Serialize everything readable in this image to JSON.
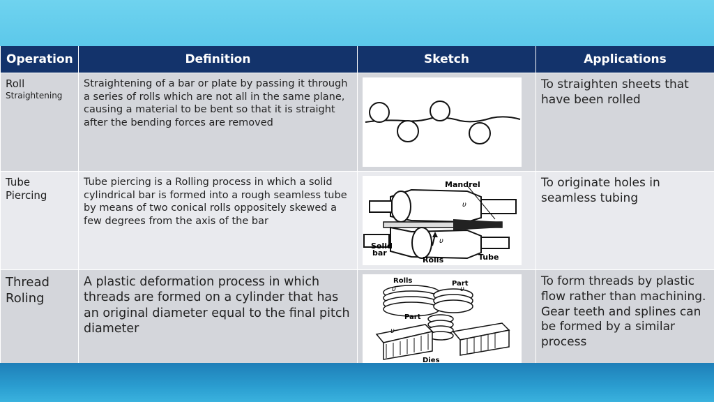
{
  "headers": {
    "operation": "Operation",
    "definition": "Definition",
    "sketch": "Sketch",
    "applications": "Applications"
  },
  "rows": [
    {
      "operation": "Roll Straightening",
      "operation_first": "Roll",
      "operation_second": "Straightening",
      "definition": "Straightening of a bar or plate by passing it through a series of rolls which are not all in the same plane, causing a material to be bent so that it is straight after the bending forces are removed",
      "application": "To straighten sheets that have been rolled"
    },
    {
      "operation": "Tube Piercing",
      "definition": "Tube piercing is a Rolling process in which a solid cylindrical bar is formed into a rough seamless tube by means of two conical rolls oppositely skewed a few degrees from the axis of the bar",
      "application": "To originate holes in seamless tubing",
      "sketch_labels": {
        "mandrel": "Mandrel",
        "solid": "Solid",
        "bar": "bar",
        "rolls": "Rolls",
        "tube": "Tube",
        "v1": "υ",
        "v2": "υ"
      }
    },
    {
      "operation": "Thread Roling",
      "definition": "A plastic deformation process in which threads are formed on a cylinder that has an original diameter equal to the final pitch diameter",
      "application": "To form threads by plastic flow rather than machining. Gear teeth and splines can be formed by a similar process",
      "sketch_labels": {
        "rolls": "Rolls",
        "part_top": "Part",
        "part_mid": "Part",
        "dies": "Dies",
        "v1": "υ",
        "v2": "υ",
        "v3": "υ"
      }
    }
  ]
}
